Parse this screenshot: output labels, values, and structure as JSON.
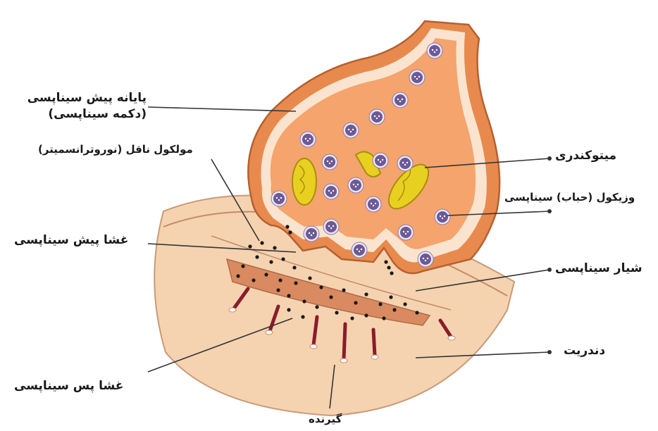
{
  "labels": {
    "presynaptic_terminal": "پایانه پیش سیناپسی",
    "synaptic_knob": "(دکمه سیناپسی)",
    "neurotransmitter": "مولکول ناقل (نوروترانسمیتر)",
    "presynaptic_membrane": "غشا پیش سیناپسی",
    "postsynaptic_membrane": "غشا پس سیناپسی",
    "receptor": "گیرنده",
    "mitochondria": "میتوکندری",
    "vesicle": "وزیکول (حباب) سیناپسی",
    "synaptic_cleft": "شیار سیناپسی",
    "dendrite": "دندریت"
  },
  "colors": {
    "terminal_outer": "#e88a4e",
    "terminal_inner": "#f4a46c",
    "terminal_rim": "#fbe4cf",
    "vesicle_fill": "#6b5a96",
    "vesicle_rim": "#ece6f4",
    "mito_fill": "#e8d020",
    "dendrite_fill": "#f5d3b0",
    "dendrite_band": "#d98a60",
    "receptor": "#8a1c2a",
    "neurotransmitter": "#1a1a1a",
    "leader_line": "#333333"
  }
}
